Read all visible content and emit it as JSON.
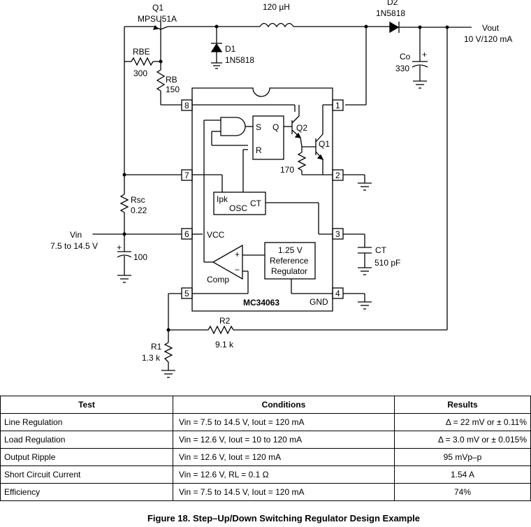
{
  "labels": {
    "q1_top": "Q1",
    "q1_top_part": "MPSU51A",
    "inductor": "120 µH",
    "d2": "D2",
    "d2_part": "1N5818",
    "vout": "Vout",
    "vout_spec": "10 V/120 mA",
    "d1": "D1",
    "d1_part": "1N5818",
    "rbe": "RBE",
    "rbe_val": "300",
    "rb": "RB",
    "rb_val": "150",
    "co": "Co",
    "co_val": "330",
    "pin8": "8",
    "pin1": "1",
    "pin7": "7",
    "pin2": "2",
    "pin6": "6",
    "pin3": "3",
    "pin5": "5",
    "pin4": "4",
    "s": "S",
    "q": "Q",
    "r": "R",
    "q2": "Q2",
    "q1_ic": "Q1",
    "r170": "170",
    "ipk": "Ipk",
    "osc": "OSC",
    "ct_osc": "CT",
    "rsc": "Rsc",
    "rsc_val": "0.22",
    "vin": "Vin",
    "vin_range": "7.5 to 14.5 V",
    "cin_val": "100",
    "vcc": "VCC",
    "ref_line1": "1.25 V",
    "ref_line2": "Reference",
    "ref_line3": "Regulator",
    "comp": "Comp",
    "plus": "+",
    "minus": "−",
    "ic_name": "MC34063",
    "gnd": "GND",
    "ct_ext": "CT",
    "ct_ext_val": "510 pF",
    "r2": "R2",
    "r2_val": "9.1 k",
    "r1": "R1",
    "r1_val": "1.3 k"
  },
  "table": {
    "headers": [
      "Test",
      "Conditions",
      "Results"
    ],
    "rows": [
      {
        "test": "Line Regulation",
        "conditions": "Vin = 7.5 to 14.5 V, Iout = 120 mA",
        "result": "Δ = 22 mV or ± 0.11%"
      },
      {
        "test": "Load Regulation",
        "conditions": "Vin = 12.6 V, Iout = 10 to 120 mA",
        "result": "Δ = 3.0 mV or ± 0.015%"
      },
      {
        "test": "Output Ripple",
        "conditions": "Vin = 12.6 V, Iout = 120 mA",
        "result": "95 mVp–p"
      },
      {
        "test": "Short Circuit Current",
        "conditions": "Vin = 12.6 V, RL = 0.1 Ω",
        "result": "1.54 A"
      },
      {
        "test": "Efficiency",
        "conditions": "Vin = 7.5 to 14.5 V, Iout = 120 mA",
        "result": "74%"
      }
    ]
  },
  "caption": "Figure 18. Step–Up/Down Switching Regulator Design Example"
}
